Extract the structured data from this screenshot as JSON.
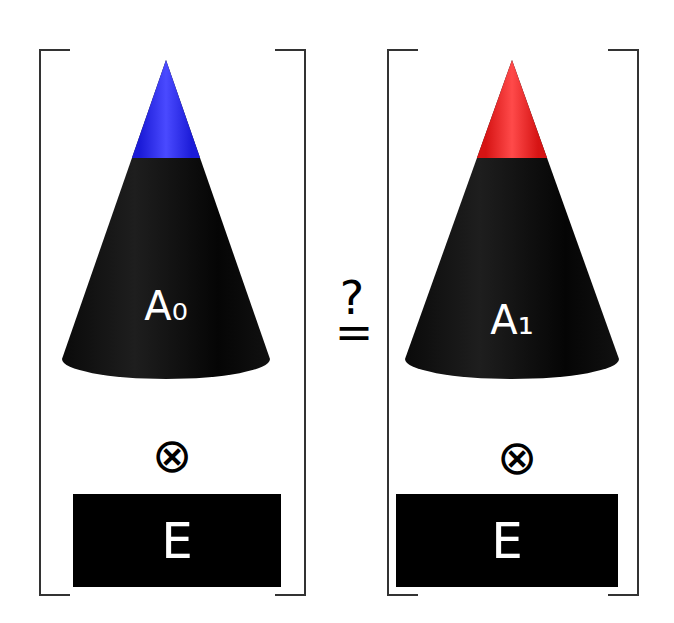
{
  "diagram": {
    "nodes": [
      {
        "text": [
          "A₀"
        ]
      },
      {
        "text": [
          "E"
        ]
      },
      {
        "text": [
          "A₁"
        ]
      },
      {
        "text": [
          "E"
        ]
      }
    ],
    "labels": [
      "?",
      "=",
      "⊗",
      "⊗"
    ]
  }
}
